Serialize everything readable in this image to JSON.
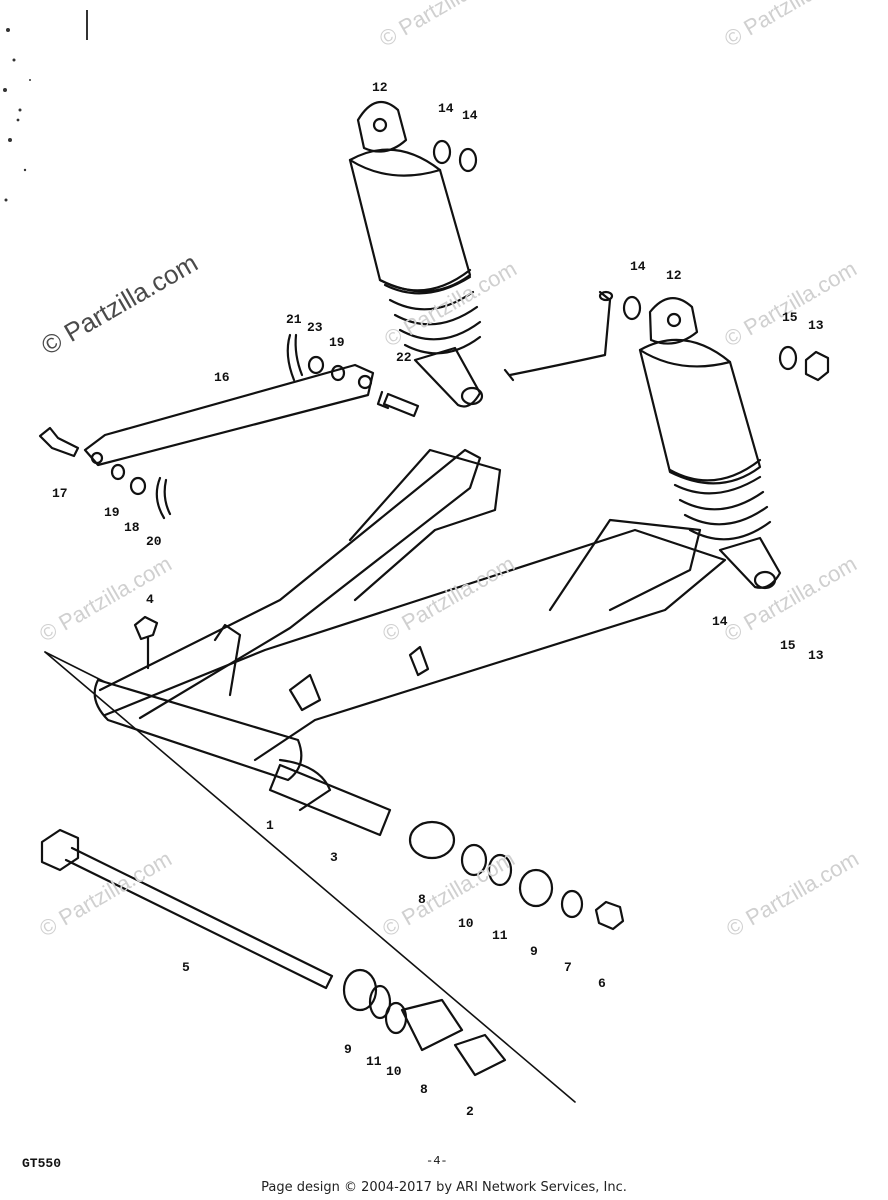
{
  "watermark": "© Partzilla.com",
  "callouts": {
    "c12a": "12",
    "c14a": "14",
    "c14b": "14",
    "c14c": "14",
    "c12b": "12",
    "c15a": "15",
    "c13a": "13",
    "c21": "21",
    "c23": "23",
    "c19a": "19",
    "c16": "16",
    "c22": "22",
    "c17": "17",
    "c19b": "19",
    "c18": "18",
    "c20": "20",
    "c4": "4",
    "c14d": "14",
    "c15b": "15",
    "c13b": "13",
    "c1": "1",
    "c3": "3",
    "c8a": "8",
    "c10a": "10",
    "c11a": "11",
    "c9a": "9",
    "c7": "7",
    "c6": "6",
    "c5": "5",
    "c9b": "9",
    "c11b": "11",
    "c10b": "10",
    "c8b": "8",
    "c2": "2"
  },
  "model_code": "GT550",
  "page_number": "-4-",
  "footer": "Page design © 2004-2017 by ARI Network Services, Inc."
}
